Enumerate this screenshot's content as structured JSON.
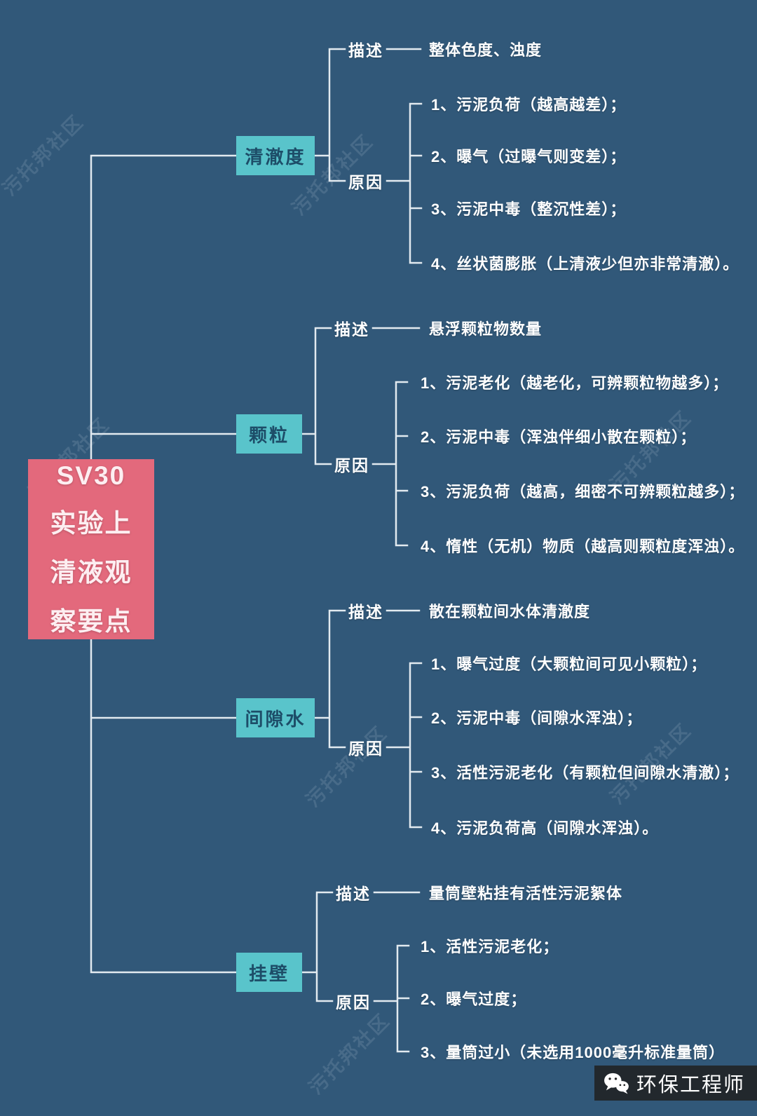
{
  "root": {
    "lines": [
      "SV30",
      "实验上",
      "清液观",
      "察要点"
    ]
  },
  "labels": {
    "desc": "描述",
    "reason": "原因"
  },
  "branches": [
    {
      "label": "清澈度",
      "desc": "整体色度、浊度",
      "reasons": [
        "1、污泥负荷（越高越差）；",
        "2、曝气（过曝气则变差）；",
        "3、污泥中毒（整沉性差）；",
        "4、丝状菌膨胀（上清液少但亦非常清澈）。"
      ]
    },
    {
      "label": "颗粒",
      "desc": "悬浮颗粒物数量",
      "reasons": [
        "1、污泥老化（越老化，可辨颗粒物越多）；",
        "2、污泥中毒（浑浊伴细小散在颗粒）；",
        "3、污泥负荷（越高，细密不可辨颗粒越多）；",
        "4、惰性（无机）物质（越高则颗粒度浑浊）。"
      ]
    },
    {
      "label": "间隙水",
      "desc": "散在颗粒间水体清澈度",
      "reasons": [
        "1、曝气过度（大颗粒间可见小颗粒）；",
        "2、污泥中毒（间隙水浑浊）；",
        "3、活性污泥老化（有颗粒但间隙水清澈）；",
        "4、污泥负荷高（间隙水浑浊）。"
      ]
    },
    {
      "label": "挂壁",
      "desc": "量筒壁粘挂有活性污泥絮体",
      "reasons": [
        "1、活性污泥老化；",
        "2、曝气过度；",
        "3、量筒过小（未选用1000毫升标准量筒）"
      ]
    }
  ],
  "watermark": "污托邦社区",
  "footer": {
    "label": "环保工程师",
    "icon": "wechat-icon"
  },
  "colors": {
    "background": "#315879",
    "root_node": "#e3697c",
    "branch_node": "#59c4cb",
    "line": "#e2eaf0",
    "text": "#ffffff"
  }
}
